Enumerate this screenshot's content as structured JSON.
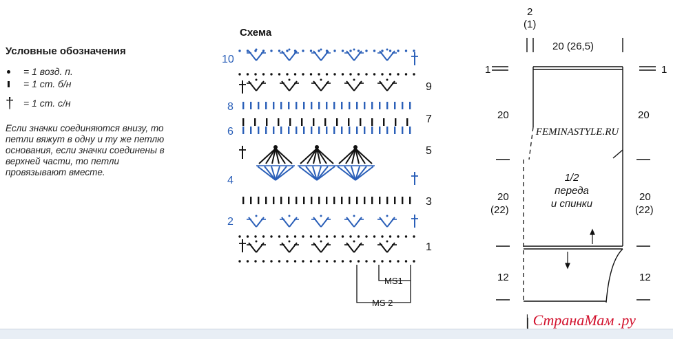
{
  "legend": {
    "title": "Условные обозначения",
    "items": [
      {
        "symbol": "dot-symbol",
        "text": "= 1 возд. п."
      },
      {
        "symbol": "bar-symbol",
        "text": "= 1 ст. б/н"
      },
      {
        "symbol": "cross-symbol",
        "text": "= 1 ст. с/н"
      }
    ],
    "note": "Если значки соединяются внизу, то петли вяжут в одну и ту же петлю основания, если значки соединены в верхней части, то петли провязывают вместе."
  },
  "chart": {
    "title": "Схема",
    "row_numbers_left": [
      "10",
      "8",
      "6",
      "4",
      "2"
    ],
    "row_numbers_right": [
      "9",
      "7",
      "5",
      "3",
      "1"
    ],
    "ms1": "MS1",
    "ms2": "MS 2",
    "colors": {
      "black": "#111111",
      "blue": "#2a5fb8"
    }
  },
  "schematic": {
    "top_label_a": "2",
    "top_label_b": "(1)",
    "width_label": "20 (26,5)",
    "left_one": "1",
    "right_one": "1",
    "left_20": "20",
    "right_20": "20",
    "left_20b": "20",
    "left_22": "(22)",
    "right_20b": "20",
    "right_22": "(22)",
    "left_12": "12",
    "right_12": "12",
    "center_label_a": "1/2",
    "center_label_b": "переда",
    "center_label_c": "и спинки",
    "watermark": "FEMINASTYLE.RU"
  },
  "watermark_bottom": {
    "prefix": "|",
    "text": "СтранаМам",
    "suffix": ".ру"
  }
}
